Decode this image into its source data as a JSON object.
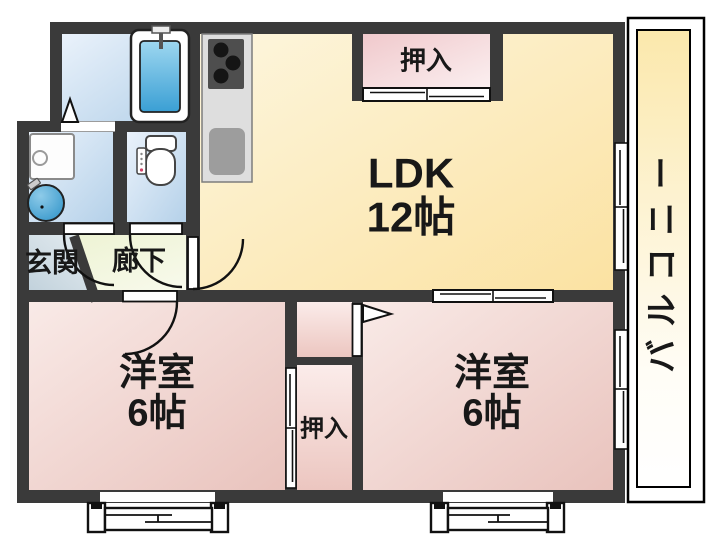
{
  "floor_plan": {
    "rooms": {
      "ldk": {
        "name": "LDK",
        "size": "12帖"
      },
      "bedroom_left": {
        "name": "洋室",
        "size": "6帖"
      },
      "bedroom_right": {
        "name": "洋室",
        "size": "6帖"
      },
      "closet_top": {
        "label": "押入"
      },
      "closet_bottom": {
        "label": "押入"
      },
      "entrance": {
        "label": "玄関"
      },
      "hallway": {
        "label": "廊下"
      },
      "balcony": {
        "label": "バルコニー"
      }
    },
    "fixtures": [
      "bathtub-icon",
      "washbasin-icon",
      "laundry-pan-icon",
      "toilet-icon",
      "gas-stove-icon",
      "kitchen-sink-icon"
    ],
    "colors": {
      "wall": "#3a3a3a",
      "ldk_fill": "#fbe3a6",
      "bedroom_fill": "#e9c3bd",
      "closet_fill": "#f0c9cc",
      "wet_area_fill": "#bcd4ec",
      "bathtub_fill": "#3a9fd4",
      "hallway_fill": "#eef3d6",
      "entrance_fill": "#c9d8e0",
      "balcony_fill": "#fbe8ac"
    }
  }
}
